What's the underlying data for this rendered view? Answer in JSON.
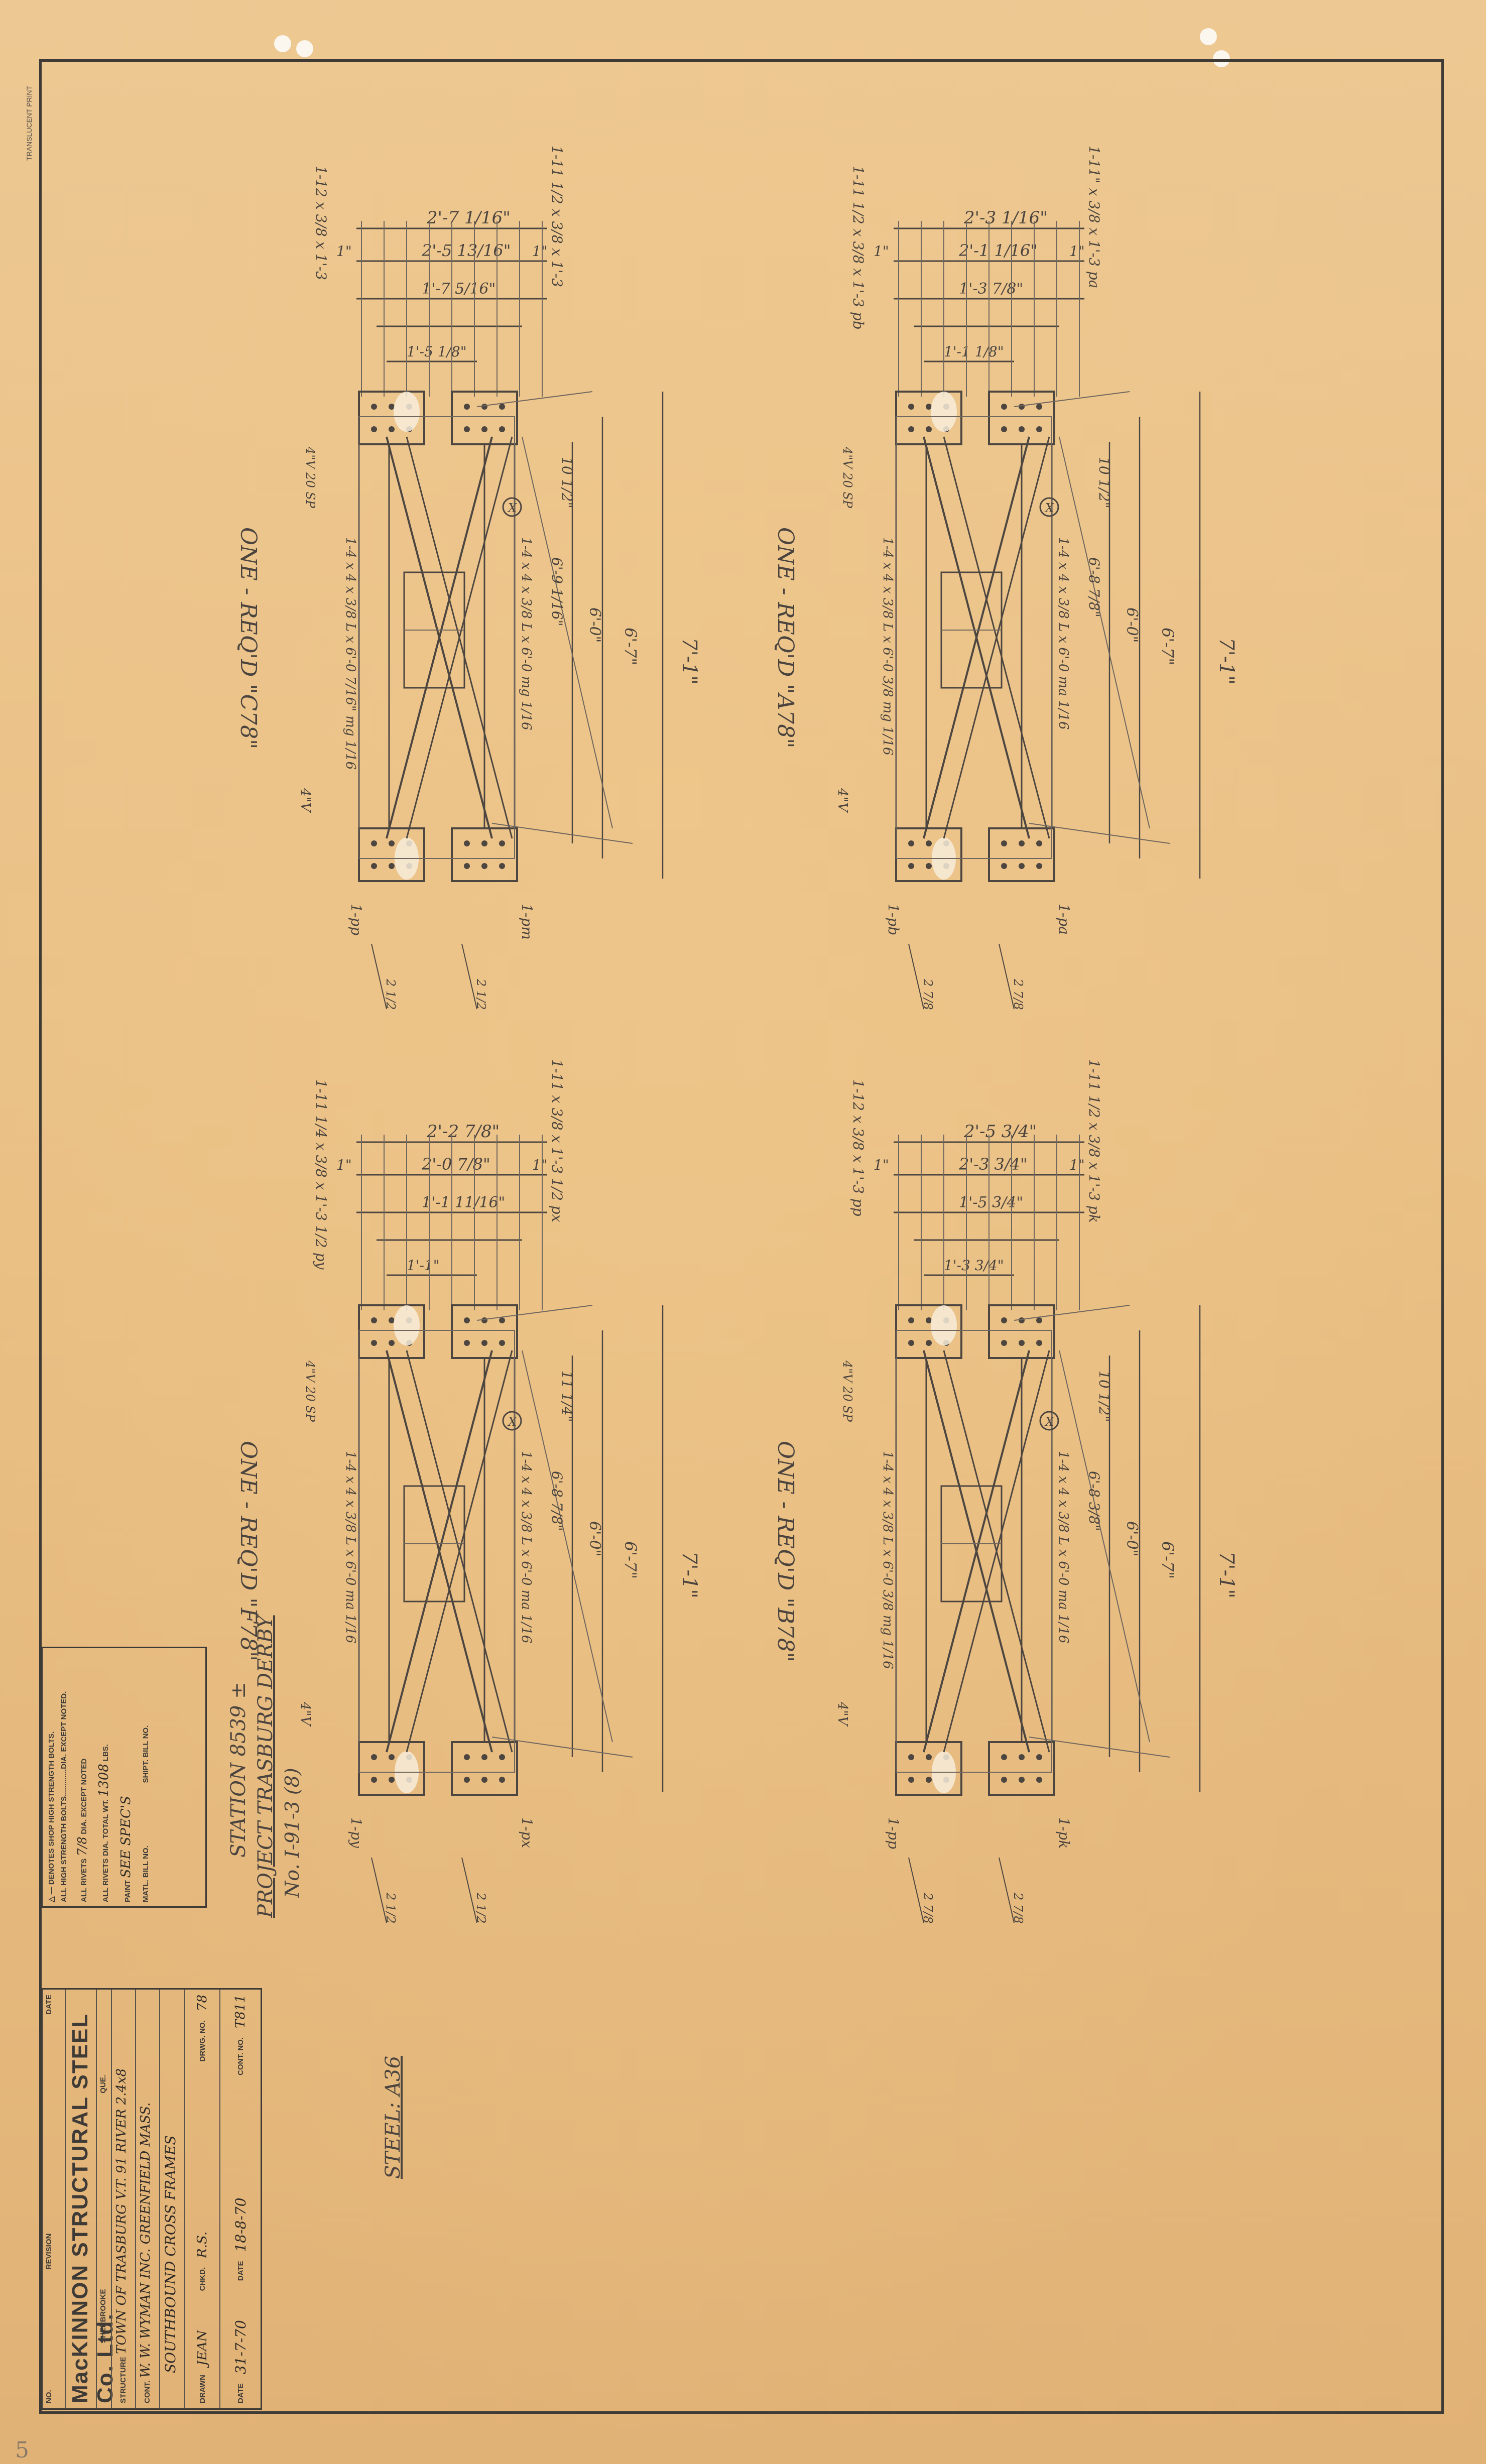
{
  "drawing": {
    "frames": [
      {
        "id": "C78",
        "label": "ONE - REQ'D \"C78\"",
        "overall_top": "2'-7 1/16\"",
        "inner_top": "2'-5 13/16\"",
        "edge": "1\"",
        "mid": "1'-7 5/16\"",
        "center": "1'-5 1/8\"",
        "right_top": "1-11 1/2 x 3/8 x 1'-3",
        "left_top": "1-12 x 3/8 x 1'-3",
        "ht_total": "7'-1\"",
        "ht_a": "6'-7\"",
        "ht_b": "6'-0\"",
        "ht_c": "6'-9 1/16\"",
        "ht_d": "10 1/2\"",
        "diag_a": "1-4 x 4 x 3/8 L x 6'-0 7/16\" mg 1/16",
        "diag_b": "1-4 x 4 x 3/8 L x 6'-0 mg 1/16",
        "plate_top": "1-pm",
        "plate_bot": "1-pp",
        "bottom_a": "2 1/2",
        "bottom_b": "2 1/2",
        "bolt": "4\"V",
        "bolt_b": "4\"V 20 SP",
        "marker": "X"
      },
      {
        "id": "A78",
        "label": "ONE - REQ'D \"A78\"",
        "overall_top": "2'-3 1/16\"",
        "inner_top": "2'-1 1/16\"",
        "edge": "1\"",
        "mid": "1'-3 7/8\"",
        "center": "1'-1 1/8\"",
        "right_top": "1-11\" x 3/8 x 1'-3 pa",
        "left_top": "1-11 1/2 x 3/8 x 1'-3 pb",
        "ht_total": "7'-1\"",
        "ht_a": "6'-7\"",
        "ht_b": "6'-0\"",
        "ht_c": "6'-8 7/8\"",
        "ht_d": "10 1/2\"",
        "diag_a": "1-4 x 4 x 3/8 L x 6'-0 3/8 mg 1/16",
        "diag_b": "1-4 x 4 x 3/8 L x 6'-0 ma 1/16",
        "plate_top": "1-pa",
        "plate_bot": "1-pb",
        "bottom_a": "2 7/8",
        "bottom_b": "2 7/8",
        "bolt": "4\"V",
        "bolt_b": "4\"V 20 SP",
        "marker": "X"
      },
      {
        "id": "F78",
        "label": "ONE - REQ'D \"F78\"",
        "overall_top": "2'-2 7/8\"",
        "inner_top": "2'-0 7/8\"",
        "edge": "1\"",
        "mid": "1'-1 11/16\"",
        "center": "1'-1\"",
        "right_top": "1-11 x 3/8 x 1'-3 1/2 px",
        "left_top": "1-11 1/4 x 3/8 x 1'-3 1/2 py",
        "ht_total": "7'-1\"",
        "ht_a": "6'-7\"",
        "ht_b": "6'-0\"",
        "ht_c": "6'-8 7/8\"",
        "ht_d": "11 1/4\"",
        "diag_a": "1-4 x 4 x 3/8 L x 6'-0 ma 1/16",
        "diag_b": "1-4 x 4 x 3/8 L x 6'-0 ma 1/16",
        "plate_top": "1-px",
        "plate_bot": "1-py",
        "bottom_a": "2 1/2",
        "bottom_b": "2 1/2",
        "bolt": "4\"V",
        "bolt_b": "4\"V 20 SP",
        "marker": "X"
      },
      {
        "id": "B78",
        "label": "ONE - REQ'D \"B78\"",
        "overall_top": "2'-5 3/4\"",
        "inner_top": "2'-3 3/4\"",
        "edge": "1\"",
        "mid": "1'-5 3/4\"",
        "center": "1'-3 3/4\"",
        "right_top": "1-11 1/2 x 3/8 x 1'-3 pk",
        "left_top": "1-12 x 3/8 x 1'-3 pp",
        "ht_total": "7'-1\"",
        "ht_a": "6'-7\"",
        "ht_b": "6'-0\"",
        "ht_c": "6'-8 3/8\"",
        "ht_d": "10 1/2\"",
        "diag_a": "1-4 x 4 x 3/8 L x 6'-0 3/8 mg 1/16",
        "diag_b": "1-4 x 4 x 3/8 L x 6'-0 ma 1/16",
        "plate_top": "1-pk",
        "plate_bot": "1-pp",
        "bottom_a": "2 7/8",
        "bottom_b": "2 7/8",
        "bolt": "4\"V",
        "bolt_b": "4\"V 20 SP",
        "marker": "X"
      }
    ],
    "station": "STATION 8539 ±",
    "project": "PROJECT TRASBURG DERBY",
    "project_no": "No. I-91-3 (8)",
    "steel": "STEEL: A36"
  },
  "title_block": {
    "no_label": "NO.",
    "revision_label": "REVISION",
    "date_label": "DATE",
    "company": "MacKINNON STRUCTURAL STEEL Co. Ltd.",
    "city": "SHERBROOKE",
    "province": "QUE.",
    "structure_label": "STRUCTURE",
    "structure_value": "TOWN OF TRASBURG V.T. 91 RIVER 2.4x8",
    "cont_label": "CONT.",
    "cont_value": "W. W. WYMAN INC. GREENFIELD MASS.",
    "subject": "SOUTHBOUND CROSS FRAMES",
    "drawn_label": "DRAWN",
    "drawn_value": "JEAN",
    "chkd_label": "CHKD.",
    "chkd_value": "R.S.",
    "drwg_label": "DRWG. NO.",
    "drwg_value": "78",
    "date_label2": "DATE",
    "date_value": "31-7-70",
    "date2_label": "DATE",
    "date2_value": "18-8-70",
    "contno_label": "CONT. NO.",
    "contno_value": "T811"
  },
  "notes": {
    "line1": "△ — DENOTES SHOP HIGH STRENGTH BOLTS.",
    "line2": "ALL HIGH STRENGTH BOLTS.............DIA. EXCEPT NOTED.",
    "line3_label": "ALL RIVETS",
    "line3_value": "7/8",
    "line3_tail": "DIA. EXCEPT NOTED",
    "line4_label": "ALL RIVETS",
    "line4_mid": "DIA.",
    "line4_total": "TOTAL WT.",
    "line4_value": "1308",
    "line4_unit": "LBS.",
    "paint_label": "PAINT",
    "paint_value": "SEE SPEC'S",
    "matl_label": "MATL. BILL NO.",
    "shipt_label": "SHIPT. BILL NO."
  },
  "corner_mark": "5",
  "side_stamp": "TRANSLUCENT PRINT"
}
